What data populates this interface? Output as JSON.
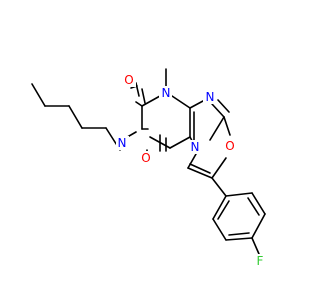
{
  "atoms": {
    "o_upper": {
      "text": "O",
      "color": "#ff0000"
    },
    "n_methyl": {
      "text": "N",
      "color": "#0000ff"
    },
    "n_imine": {
      "text": "N",
      "color": "#0000ff"
    },
    "n_pentyl": {
      "text": "N",
      "color": "#0000ff"
    },
    "o_oxazole": {
      "text": "O",
      "color": "#ff0000"
    },
    "o_lower": {
      "text": "O",
      "color": "#ff0000"
    },
    "n_bridge": {
      "text": "N",
      "color": "#0000ff"
    },
    "f": {
      "text": "F",
      "color": "#33cc33"
    }
  }
}
